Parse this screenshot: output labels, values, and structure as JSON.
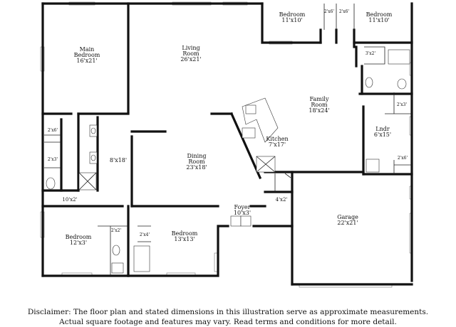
{
  "rooms": {
    "main_bedroom": {
      "name": "Main\nBedroom",
      "dims": "16'x21'"
    },
    "living_room": {
      "name": "Living\nRoom",
      "dims": "26'x21'"
    },
    "bedroom_top_left": {
      "name": "Bedroom",
      "dims": "11'x10'"
    },
    "bedroom_top_right": {
      "name": "Bedroom",
      "dims": "11'x10'"
    },
    "family_room": {
      "name": "Family\nRoom",
      "dims": "18'x24'"
    },
    "kitchen": {
      "name": "Kitchen",
      "dims": "7'x17'"
    },
    "laundry": {
      "name": "Lndr",
      "dims": "6'x15'"
    },
    "hall": {
      "dims": "8'x18'"
    },
    "dining_room": {
      "name": "Dining\nRoom",
      "dims": "23'x18'"
    },
    "bedroom_bottom_left": {
      "name": "Bedroom",
      "dims": "12'x3'"
    },
    "bedroom_bottom_mid": {
      "name": "Bedroom",
      "dims": "13'x13'"
    },
    "foyer": {
      "name": "Foyer",
      "dims": "10'x3'"
    },
    "garage": {
      "name": "Garage",
      "dims": "22'x21'"
    }
  },
  "closets": {
    "c_2x6_top_a": "2'x6'",
    "c_2x6_top_b": "2'x6'",
    "c_3x2": "3'x2'",
    "c_2x3_right": "2'x3'",
    "c_2x6_right": "2'x6'",
    "c_2x6_left": "2'x6'",
    "c_2x3_left": "2'x3'",
    "c_10x2": "10'x2'",
    "c_4x2": "4'x2'",
    "c_2x2": "2'x2'",
    "c_2x4": "2'x4'"
  },
  "disclaimer": {
    "line1": "Disclaimer: The floor plan and stated dimensions in this illustration serve as approximate measurements.",
    "line2": "Actual square footage and features may vary. Read terms and conditions for more detail."
  }
}
